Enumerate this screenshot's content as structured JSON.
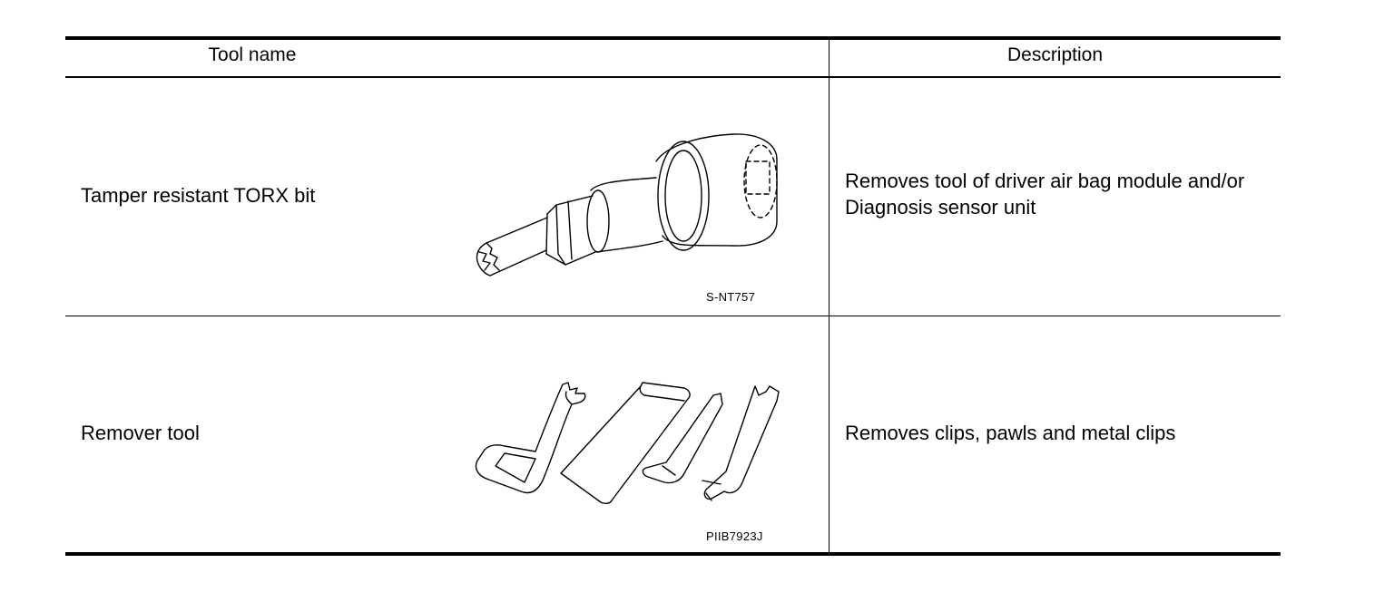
{
  "table": {
    "headers": {
      "tool_name": "Tool name",
      "description": "Description"
    },
    "rows": [
      {
        "tool_name": "Tamper resistant TORX bit",
        "illustration_icon": "torx-bit-icon",
        "figure_code": "S-NT757",
        "description": "Removes tool of driver air bag module and/or Diagnosis sensor unit"
      },
      {
        "tool_name": "Remover tool",
        "illustration_icon": "remover-tool-icon",
        "figure_code": "PIIB7923J",
        "description": "Removes clips, pawls and metal clips"
      }
    ]
  }
}
